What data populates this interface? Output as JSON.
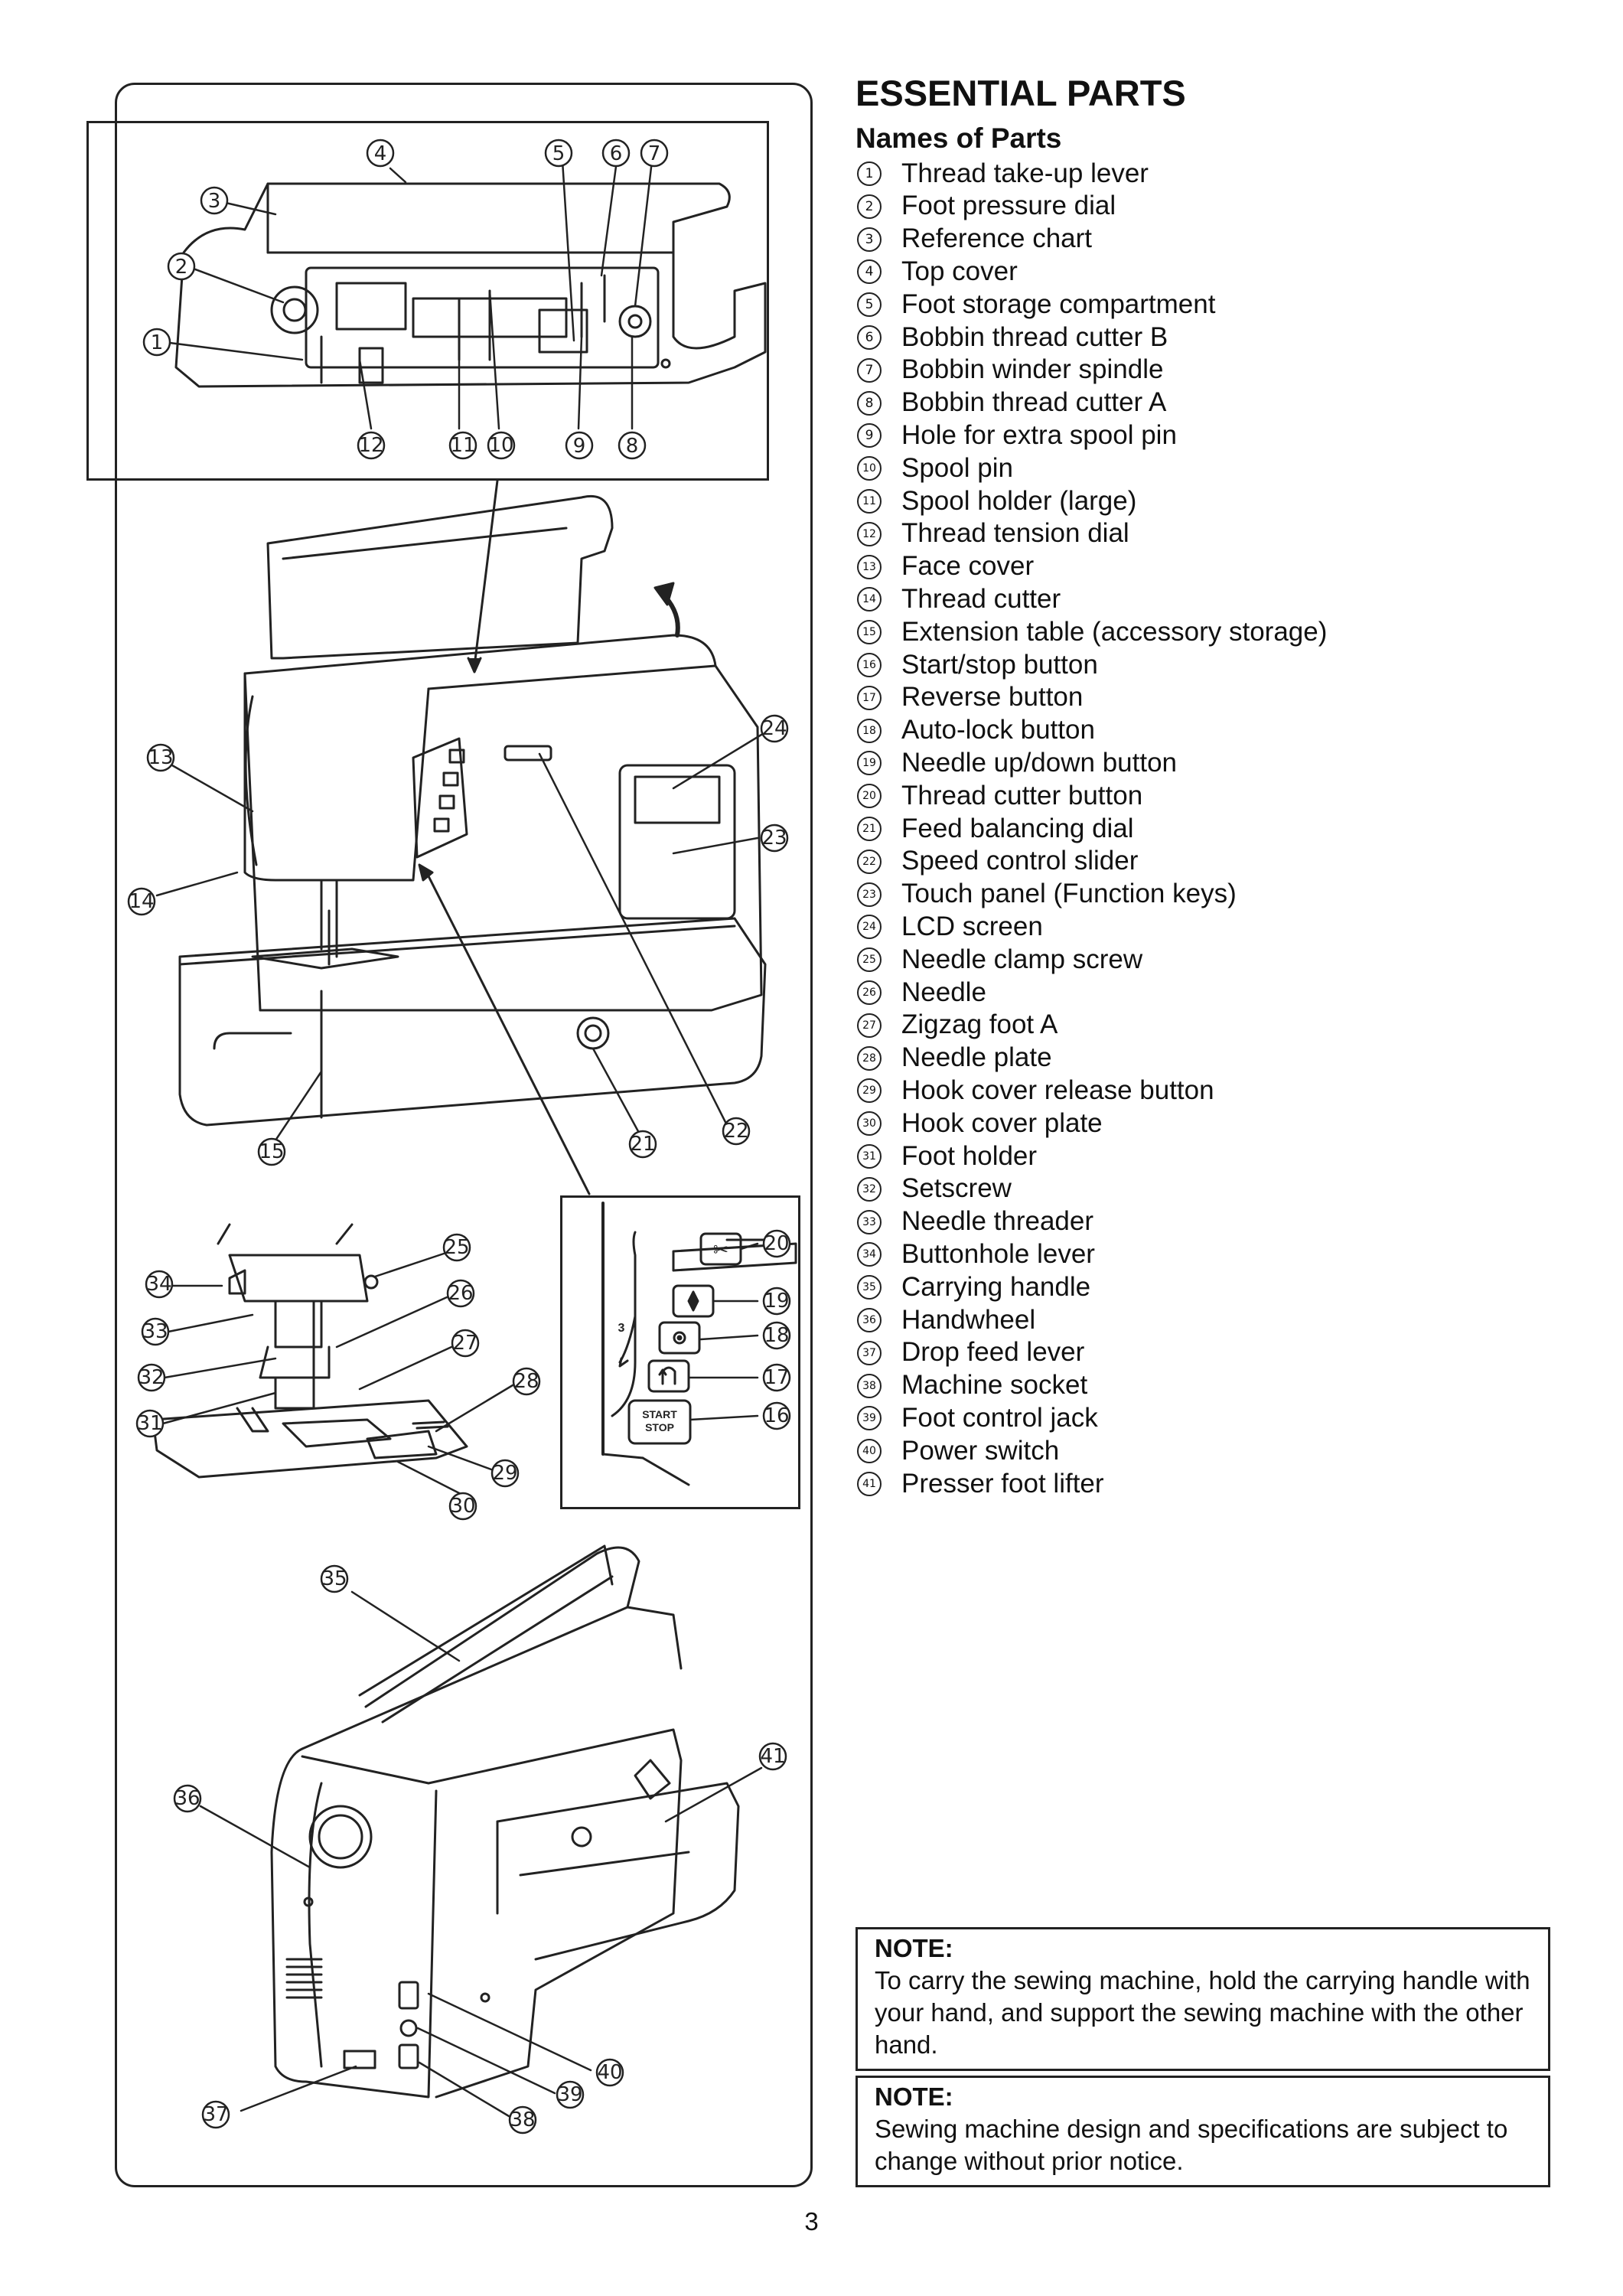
{
  "header": {
    "title": "ESSENTIAL PARTS",
    "subtitle": "Names of Parts"
  },
  "parts": [
    {
      "num": "1",
      "label": "Thread take-up lever"
    },
    {
      "num": "2",
      "label": "Foot pressure dial"
    },
    {
      "num": "3",
      "label": "Reference chart"
    },
    {
      "num": "4",
      "label": "Top cover"
    },
    {
      "num": "5",
      "label": "Foot storage compartment"
    },
    {
      "num": "6",
      "label": "Bobbin thread cutter B"
    },
    {
      "num": "7",
      "label": "Bobbin winder spindle"
    },
    {
      "num": "8",
      "label": "Bobbin thread cutter A"
    },
    {
      "num": "9",
      "label": "Hole for extra spool pin"
    },
    {
      "num": "10",
      "label": "Spool pin"
    },
    {
      "num": "11",
      "label": "Spool holder (large)"
    },
    {
      "num": "12",
      "label": "Thread tension dial"
    },
    {
      "num": "13",
      "label": "Face cover"
    },
    {
      "num": "14",
      "label": "Thread cutter"
    },
    {
      "num": "15",
      "label": "Extension table (accessory storage)"
    },
    {
      "num": "16",
      "label": "Start/stop button"
    },
    {
      "num": "17",
      "label": "Reverse button"
    },
    {
      "num": "18",
      "label": "Auto-lock button"
    },
    {
      "num": "19",
      "label": "Needle up/down button"
    },
    {
      "num": "20",
      "label": "Thread cutter button"
    },
    {
      "num": "21",
      "label": "Feed balancing dial"
    },
    {
      "num": "22",
      "label": "Speed control slider"
    },
    {
      "num": "23",
      "label": "Touch panel (Function keys)"
    },
    {
      "num": "24",
      "label": "LCD screen"
    },
    {
      "num": "25",
      "label": "Needle clamp screw"
    },
    {
      "num": "26",
      "label": "Needle"
    },
    {
      "num": "27",
      "label": "Zigzag foot A"
    },
    {
      "num": "28",
      "label": "Needle plate"
    },
    {
      "num": "29",
      "label": "Hook cover release button"
    },
    {
      "num": "30",
      "label": "Hook cover plate"
    },
    {
      "num": "31",
      "label": "Foot holder"
    },
    {
      "num": "32",
      "label": "Setscrew"
    },
    {
      "num": "33",
      "label": "Needle threader"
    },
    {
      "num": "34",
      "label": "Buttonhole lever"
    },
    {
      "num": "35",
      "label": "Carrying handle"
    },
    {
      "num": "36",
      "label": "Handwheel"
    },
    {
      "num": "37",
      "label": "Drop feed lever"
    },
    {
      "num": "38",
      "label": "Machine socket"
    },
    {
      "num": "39",
      "label": "Foot control jack"
    },
    {
      "num": "40",
      "label": "Power switch"
    },
    {
      "num": "41",
      "label": "Presser foot lifter"
    }
  ],
  "notes": [
    {
      "title": "NOTE:",
      "text": "To carry the sewing machine, hold the carrying handle with your hand, and support the sewing machine with the other hand."
    },
    {
      "title": "NOTE:",
      "text": "Sewing machine design and specifications are subject to change without prior notice."
    }
  ],
  "inset": {
    "start_stop_label_1": "START",
    "start_stop_label_2": "STOP",
    "reverse_digit": "3"
  },
  "callouts": {
    "c1": "1",
    "c2": "2",
    "c3": "3",
    "c4": "4",
    "c5": "5",
    "c6": "6",
    "c7": "7",
    "c8": "8",
    "c9": "9",
    "c10": "10",
    "c11": "11",
    "c12": "12",
    "c13": "13",
    "c14": "14",
    "c15": "15",
    "c16": "16",
    "c17": "17",
    "c18": "18",
    "c19": "19",
    "c20": "20",
    "c21": "21",
    "c22": "22",
    "c23": "23",
    "c24": "24",
    "c25": "25",
    "c26": "26",
    "c27": "27",
    "c28": "28",
    "c29": "29",
    "c30": "30",
    "c31": "31",
    "c32": "32",
    "c33": "33",
    "c34": "34",
    "c35": "35",
    "c36": "36",
    "c37": "37",
    "c38": "38",
    "c39": "39",
    "c40": "40",
    "c41": "41"
  },
  "page_number": "3"
}
